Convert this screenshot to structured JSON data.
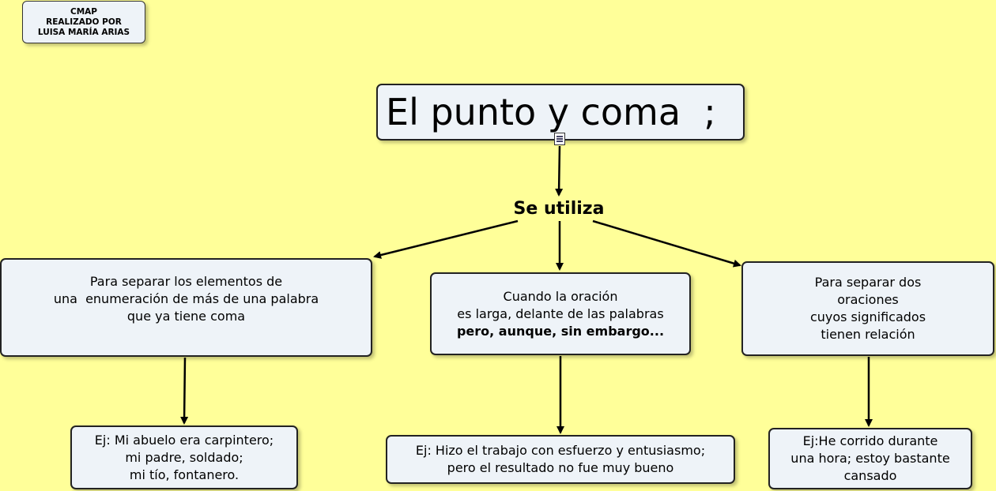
{
  "credit": {
    "lines": [
      "CMAP",
      "REALIZADO POR",
      "LUISA MARÍA ARIAS"
    ]
  },
  "title": "El punto y coma  ;",
  "linking_phrase": "Se utiliza",
  "uses": {
    "left": {
      "lines": [
        "Para separar los elementos de",
        "una  enumeración de más de una palabra",
        "que ya tiene coma"
      ]
    },
    "middle": {
      "lines": [
        "Cuando la oración",
        "es larga, delante de las palabras"
      ],
      "bold_line": "pero, aunque, sin embargo..."
    },
    "right": {
      "lines": [
        "Para separar dos",
        "oraciones",
        "cuyos significados",
        "tienen relación"
      ]
    }
  },
  "examples": {
    "left": {
      "lines": [
        "Ej: Mi abuelo era carpintero;",
        "mi padre, soldado;",
        "mi tío, fontanero."
      ]
    },
    "middle": {
      "lines": [
        "Ej: Hizo el trabajo con esfuerzo y entusiasmo;",
        "pero el resultado no fue muy bueno"
      ]
    },
    "right": {
      "lines": [
        "Ej:He corrido durante",
        "una hora; estoy bastante",
        "cansado"
      ]
    }
  }
}
